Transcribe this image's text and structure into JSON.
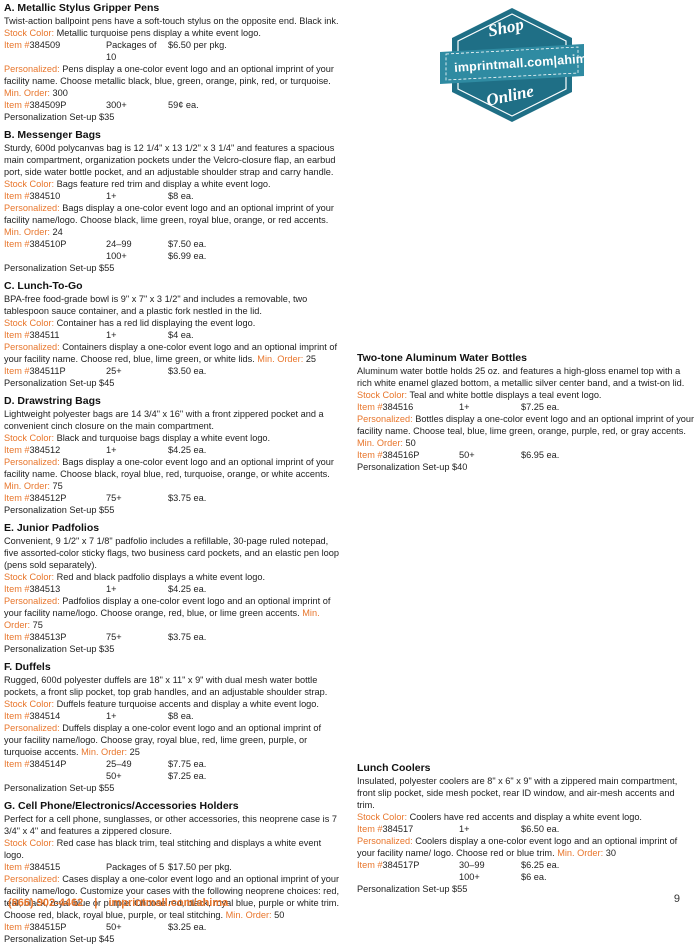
{
  "badge": {
    "top": "Shop",
    "url": "imprintmall.com|ahima",
    "bottom": "Online"
  },
  "left_sections": [
    {
      "title": "A. Metallic Stylus Gripper Pens",
      "desc": "Twist-action ballpoint pens have a soft-touch stylus on the opposite end. Black ink.",
      "stock_label": "Stock Color:",
      "stock": "Metallic turquoise pens display a white event logo.",
      "items": [
        {
          "item": "384509",
          "qty": "Packages of 10",
          "price": "$6.50 per pkg."
        }
      ],
      "pers_label": "Personalized:",
      "pers": "Pens display a one-color event logo and an optional imprint of your facility name. Choose metallic black, blue, green, orange, pink, red, or turquoise.",
      "min_label": "Min. Order:",
      "min": "300",
      "items_p": [
        {
          "item": "384509P",
          "qty": "300+",
          "price": "59¢ ea."
        }
      ],
      "setup": "Personalization Set-up $35"
    },
    {
      "title": "B. Messenger Bags",
      "desc": "Sturdy, 600d polycanvas bag is 12 1/4\" x 13 1/2\" x 3 1/4\" and features a spacious main compartment, organization pockets under the Velcro-closure flap, an earbud port, side water bottle pocket, and an adjustable shoulder strap and carry handle.",
      "stock_label": "Stock Color:",
      "stock": "Bags feature red trim and display a white event logo.",
      "items": [
        {
          "item": "384510",
          "qty": "1+",
          "price": "$8 ea."
        }
      ],
      "pers_label": "Personalized:",
      "pers": "Bags display a one-color event logo and an optional imprint of your facility name/logo. Choose black, lime green, royal blue, orange, or red accents.",
      "min_label": "Min. Order:",
      "min": "24",
      "items_p": [
        {
          "item": "384510P",
          "qty": "24–99",
          "price": "$7.50 ea."
        },
        {
          "item": "",
          "qty": "100+",
          "price": "$6.99 ea."
        }
      ],
      "setup": "Personalization Set-up $55"
    },
    {
      "title": "C. Lunch-To-Go",
      "desc": "BPA-free food-grade bowl is 9\" x 7\" x 3 1/2\" and includes a removable, two tablespoon sauce container, and a plastic fork nestled in the lid.",
      "stock_label": "Stock Color:",
      "stock": "Container has a red lid displaying the event logo.",
      "items": [
        {
          "item": "384511",
          "qty": "1+",
          "price": "$4 ea."
        }
      ],
      "pers_label": "Personalized:",
      "pers": "Containers display a one-color event logo and an optional imprint of your facility name. Choose red, blue, lime green, or white lids.",
      "min_label": "Min. Order:",
      "min": "25",
      "items_p": [
        {
          "item": "384511P",
          "qty": "25+",
          "price": "$3.50 ea."
        }
      ],
      "setup": "Personalization Set-up $45"
    },
    {
      "title": "D. Drawstring Bags",
      "desc": "Lightweight polyester bags are 14 3/4\" x 16\" with a front zippered pocket and a convenient cinch closure on the main compartment.",
      "stock_label": "Stock Color:",
      "stock": "Black and turquoise bags display a white event logo.",
      "items": [
        {
          "item": "384512",
          "qty": "1+",
          "price": "$4.25 ea."
        }
      ],
      "pers_label": "Personalized:",
      "pers": "Bags display a one-color event logo and an optional imprint of your facility name. Choose black, royal blue, red, turquoise, orange, or white accents.",
      "min_label": "Min. Order:",
      "min": "75",
      "items_p": [
        {
          "item": "384512P",
          "qty": "75+",
          "price": "$3.75 ea."
        }
      ],
      "setup": "Personalization Set-up $55"
    },
    {
      "title": "E. Junior Padfolios",
      "desc": "Convenient, 9 1/2\" x 7 1/8\" padfolio includes a refillable, 30-page ruled notepad, five assorted-color sticky flags, two business card pockets, and an elastic pen loop (pens sold separately).",
      "stock_label": "Stock Color:",
      "stock": "Red and black padfolio displays a white event logo.",
      "items": [
        {
          "item": "384513",
          "qty": "1+",
          "price": "$4.25 ea."
        }
      ],
      "pers_label": "Personalized:",
      "pers": "Padfolios display a one-color event logo and an optional imprint of your facility name/logo. Choose orange, red, blue, or lime green accents.",
      "min_label": "Min. Order:",
      "min": "75",
      "items_p": [
        {
          "item": "384513P",
          "qty": "75+",
          "price": "$3.75 ea."
        }
      ],
      "setup": "Personalization Set-up $35"
    },
    {
      "title": "F. Duffels",
      "desc": "Rugged, 600d polyester duffels are 18\" x 11\" x 9\" with dual mesh water bottle pockets, a front slip pocket, top grab handles, and an adjustable shoulder strap.",
      "stock_label": "Stock Color:",
      "stock": "Duffels feature turquoise accents and display a white event logo.",
      "items": [
        {
          "item": "384514",
          "qty": "1+",
          "price": "$8 ea."
        }
      ],
      "pers_label": "Personalized:",
      "pers": "Duffels display a one-color event logo and an optional imprint of your facility name/logo. Choose gray, royal blue, red, lime green, purple, or turquoise accents.",
      "min_label": "Min. Order:",
      "min": "25",
      "items_p": [
        {
          "item": "384514P",
          "qty": "25–49",
          "price": "$7.75 ea."
        },
        {
          "item": "",
          "qty": "50+",
          "price": "$7.25 ea."
        }
      ],
      "setup": "Personalization Set-up $55"
    },
    {
      "title": "G. Cell Phone/Electronics/Accessories Holders",
      "desc": "Perfect for a cell phone, sunglasses, or other accessories, this neoprene case is 7 3/4\" x 4\" and features a zippered closure.",
      "stock_label": "Stock Color:",
      "stock": "Red case has black trim, teal stitching and displays a white event logo.",
      "items": [
        {
          "item": "384515",
          "qty": "Packages of 5",
          "price": "$17.50 per pkg."
        }
      ],
      "pers_label": "Personalized:",
      "pers": "Cases display a one-color event logo and an optional imprint of your facility name/logo. Customize your cases with the following neoprene choices: red, teal, black, royal blue or purple. Choose red, black, royal blue, purple or white trim. Choose red, black, royal blue, purple, or teal stitching.",
      "min_label": "Min. Order:",
      "min": "50",
      "items_p": [
        {
          "item": "384515P",
          "qty": "50+",
          "price": "$3.25 ea."
        }
      ],
      "setup": "Personalization Set-up $45"
    }
  ],
  "right_sections": [
    {
      "title": "Two-tone Aluminum Water Bottles",
      "desc": "Aluminum water bottle holds 25 oz. and features a high-gloss enamel top with a rich white enamel glazed bottom, a metallic silver center band, and a twist-on lid.",
      "stock_label": "Stock Color:",
      "stock": "Teal and white bottle displays a teal event logo.",
      "items": [
        {
          "item": "384516",
          "qty": "1+",
          "price": "$7.25 ea."
        }
      ],
      "pers_label": "Personalized:",
      "pers": "Bottles display a one-color event logo and an optional imprint of your facility name. Choose teal, blue, lime green, orange, purple, red, or gray accents.",
      "min_label": "Min. Order:",
      "min": "50",
      "items_p": [
        {
          "item": "384516P",
          "qty": "50+",
          "price": "$6.95 ea."
        }
      ],
      "setup": "Personalization Set-up $40"
    },
    {
      "title": "Lunch Coolers",
      "desc": "Insulated, polyester coolers are 8\" x 6\" x 9\" with a zippered main compartment, front slip pocket, side mesh pocket, rear ID window, and air-mesh accents and trim.",
      "stock_label": "Stock Color:",
      "stock": "Coolers have red accents and display a white event logo.",
      "items": [
        {
          "item": "384517",
          "qty": "1+",
          "price": "$6.50 ea."
        }
      ],
      "pers_label": "Personalized:",
      "pers": "Coolers display a one-color event logo and an optional imprint of your facility name/ logo. Choose red or blue trim.",
      "min_label": "Min. Order:",
      "min": "30",
      "items_p": [
        {
          "item": "384517P",
          "qty": "30–99",
          "price": "$6.25 ea."
        },
        {
          "item": "",
          "qty": "100+",
          "price": "$6 ea."
        }
      ],
      "setup": "Personalization Set-up $55"
    }
  ],
  "item_label": "Item #",
  "footer": {
    "phone": "(866) 902-4462",
    "sep": "|",
    "url": "imprintmall.com/ahima"
  },
  "page_number": "9",
  "colors": {
    "accent": "#e8762c",
    "badge_teal": "#1f6f86"
  }
}
